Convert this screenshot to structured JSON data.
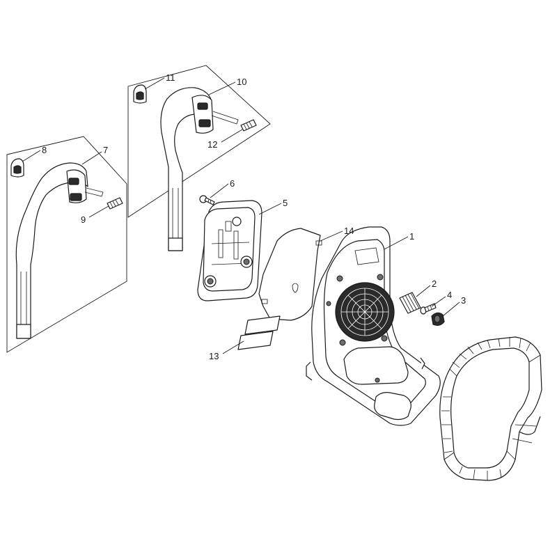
{
  "diagram": {
    "callouts": [
      {
        "id": "part-1",
        "number": "1"
      },
      {
        "id": "part-2",
        "number": "2"
      },
      {
        "id": "part-3",
        "number": "3"
      },
      {
        "id": "part-4",
        "number": "4"
      },
      {
        "id": "part-5",
        "number": "5"
      },
      {
        "id": "part-6",
        "number": "6"
      },
      {
        "id": "part-7",
        "number": "7"
      },
      {
        "id": "part-8",
        "number": "8"
      },
      {
        "id": "part-9",
        "number": "9"
      },
      {
        "id": "part-10",
        "number": "10"
      },
      {
        "id": "part-11",
        "number": "11"
      },
      {
        "id": "part-12",
        "number": "12"
      },
      {
        "id": "part-13",
        "number": "13"
      },
      {
        "id": "part-14",
        "number": "14"
      }
    ],
    "colors": {
      "line": "#1a1a1a",
      "background": "#ffffff"
    }
  }
}
